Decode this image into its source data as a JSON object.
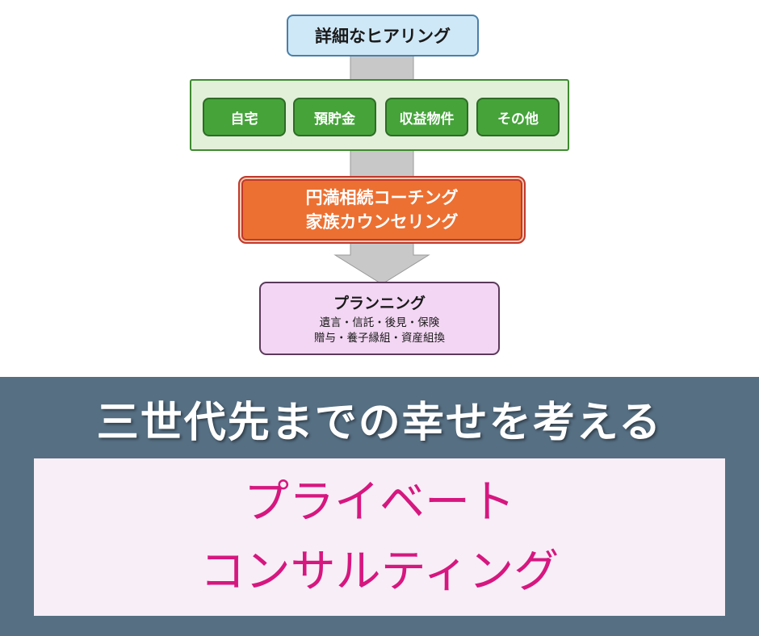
{
  "flow": {
    "hearing": "詳細なヒアリング",
    "assets": [
      "自宅",
      "預貯金",
      "収益物件",
      "その他"
    ],
    "coaching_line1": "円満相続コーチング",
    "coaching_line2": "家族カウンセリング",
    "planning_title": "プランニング",
    "planning_line1": "遺言・信託・後見・保険",
    "planning_line2": "贈与・養子縁組・資産組換"
  },
  "banner": {
    "slogan": "三世代先までの幸せを考える",
    "title_line1": "プライベート",
    "title_line2": "コンサルティング"
  },
  "colors": {
    "hearing_fill": "#cfe8f7",
    "assets_panel_fill": "#e2f0d9",
    "asset_button_fill": "#45a33a",
    "coaching_fill": "#ec7032",
    "planning_fill": "#f3d6f3",
    "band": "#566f83",
    "title_text": "#d6177f",
    "arrow": "#c8c8c8"
  }
}
